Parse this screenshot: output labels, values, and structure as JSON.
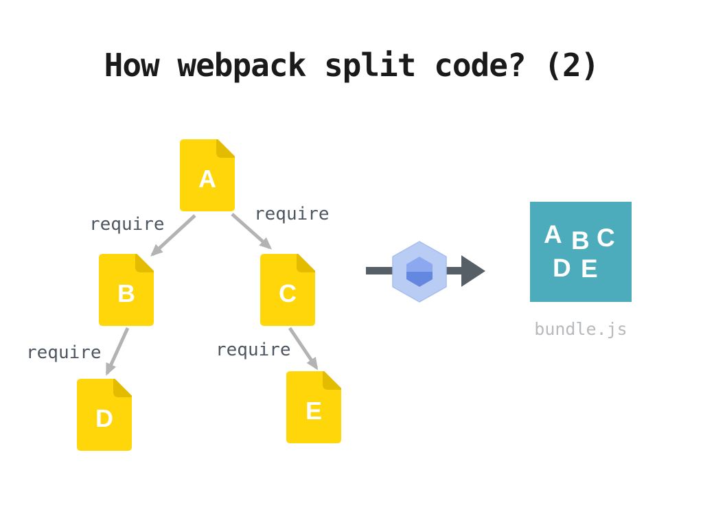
{
  "slide": {
    "title": "How webpack split code? (2)"
  },
  "module_graph": {
    "files": [
      {
        "id": "A",
        "label": "A"
      },
      {
        "id": "B",
        "label": "B"
      },
      {
        "id": "C",
        "label": "C"
      },
      {
        "id": "D",
        "label": "D"
      },
      {
        "id": "E",
        "label": "E"
      }
    ],
    "edges": [
      {
        "from": "A",
        "to": "B",
        "label": "require"
      },
      {
        "from": "A",
        "to": "C",
        "label": "require"
      },
      {
        "from": "B",
        "to": "D",
        "label": "require"
      },
      {
        "from": "C",
        "to": "E",
        "label": "require"
      }
    ]
  },
  "webpack": {
    "icon": "webpack-logo"
  },
  "bundle": {
    "letters": [
      "A",
      "B",
      "C",
      "D",
      "E"
    ],
    "caption": "bundle.js"
  },
  "colors": {
    "file_yellow": "#FFD60A",
    "file_fold": "#E3BC00",
    "file_letter": "#FFFFFF",
    "edge_arrow_gray": "#B3B3B3",
    "require_text": "#4D5660",
    "title_text": "#1A1A1A",
    "bundle_teal": "#4DACBC",
    "bundle_caption_gray": "#B6B9BD",
    "transform_arrow_dark": "#565E66",
    "webpack_outer_blue": "#B9CCF3",
    "webpack_inner_blue_top": "#8CA9F0",
    "webpack_inner_blue_bottom": "#6488DF"
  }
}
